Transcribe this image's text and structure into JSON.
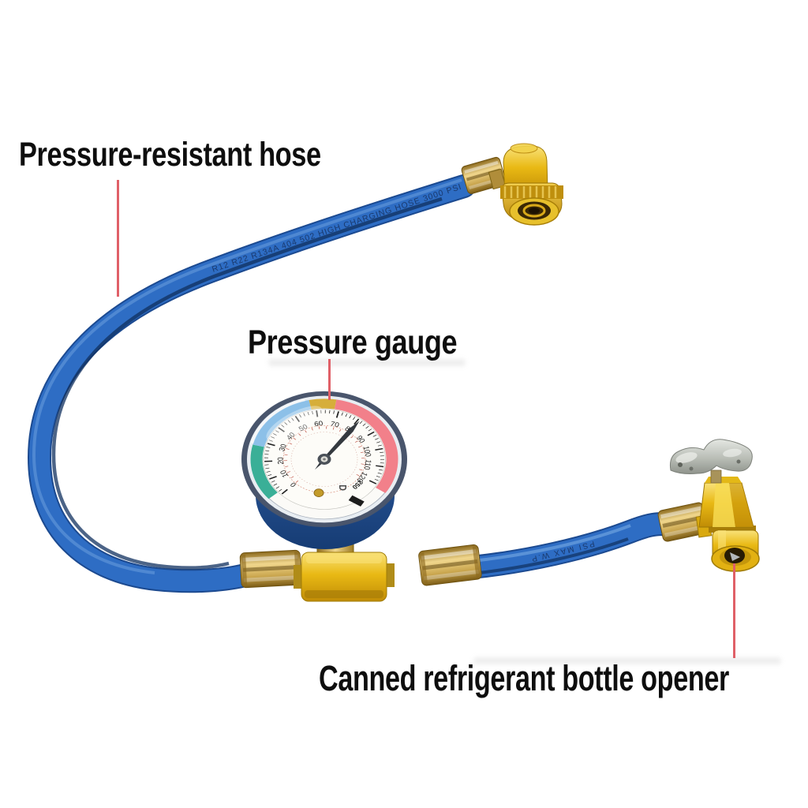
{
  "annotations": {
    "leader_color": "#e06068",
    "labels": {
      "hose": "Pressure-resistant hose",
      "gauge": "Pressure gauge",
      "opener": "Canned refrigerant bottle opener"
    }
  },
  "hose": {
    "print_left": "R12 R22 R134A 404 502 HIGH CHARGING HOSE 3000 PSI",
    "print_right": "PSI MAX W.P",
    "color": "#2e6dc4"
  },
  "gauge": {
    "scale_values": [
      0,
      10,
      20,
      30,
      40,
      50,
      60,
      70,
      80,
      90,
      100,
      110,
      120
    ],
    "extra_max_label": "250",
    "needle_angle_deg": 37,
    "dial_mark": "D",
    "arc_colors": {
      "teal": "#3aaf97",
      "light_blue": "#8cc0e8",
      "yellow": "#d6ae3a",
      "red": "#f2808a"
    },
    "body_color": "#1f4a86"
  },
  "fittings": {
    "gold": "#e8b616",
    "brass": "#c9a24a",
    "handle_silver": "#b9bdb8"
  }
}
